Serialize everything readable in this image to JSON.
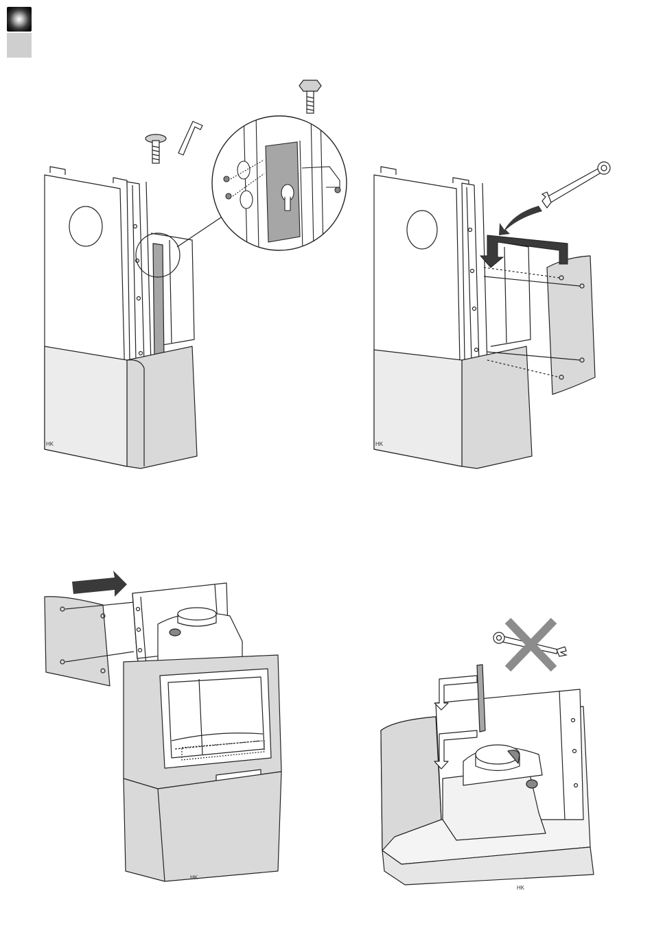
{
  "figures": {
    "step1": {
      "marker": "HK"
    },
    "step2": {
      "marker": "HK"
    },
    "step3": {
      "marker": "HK"
    },
    "step4": {
      "marker": "HK"
    }
  },
  "colors": {
    "line": "#222222",
    "panel_grey": "#d9d9d9",
    "bracket_grey": "#a6a6a6",
    "arrow_dark": "#3a3a3a",
    "cross_grey": "#8c8c8c"
  },
  "icons": [
    "screw-icon",
    "allen-key-icon",
    "bolt-icon",
    "wrench-icon",
    "cross-icon",
    "arrow-icon"
  ]
}
